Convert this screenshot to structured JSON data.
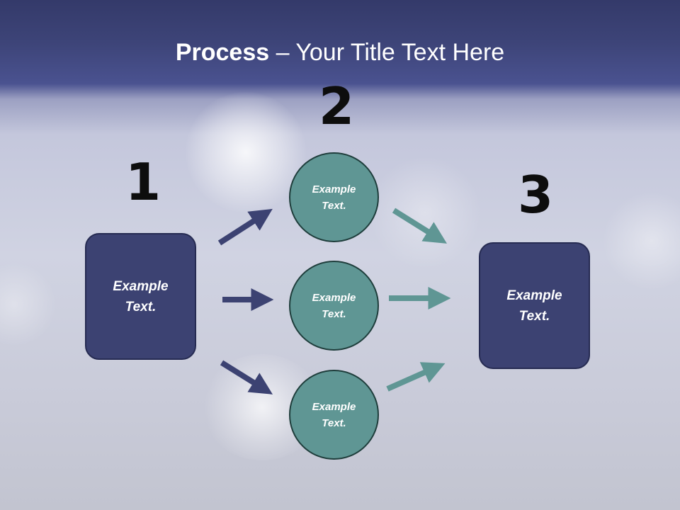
{
  "title": {
    "bold": "Process",
    "rest": " – Your Title Text Here"
  },
  "steps": {
    "one": {
      "number": "1",
      "text": "Example Text."
    },
    "two": {
      "number": "2",
      "items": [
        {
          "text": "Example Text."
        },
        {
          "text": "Example Text."
        },
        {
          "text": "Example Text."
        }
      ]
    },
    "three": {
      "number": "3",
      "text": "Example Text."
    }
  },
  "colors": {
    "header_band": "#3d4478",
    "box_fill": "#3c4272",
    "circle_fill": "#5f9694",
    "left_arrows": "#3c4272",
    "right_arrows": "#5f9694",
    "number_text": "#0d0d0d"
  }
}
